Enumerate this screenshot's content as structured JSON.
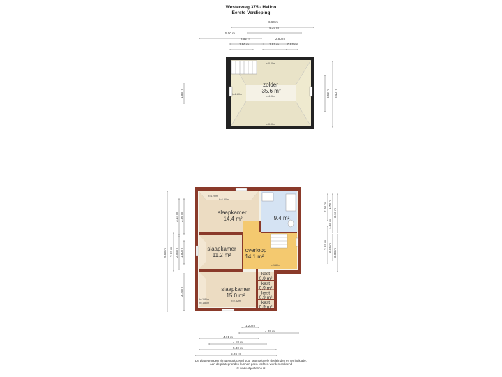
{
  "header": {
    "title": "Westerweg 375 - Heiloo",
    "subtitle": "Eerste Verdieping"
  },
  "footer": {
    "line1": "De plattegronden zijn geproduceerd voor promotionele doeleinden en ter indicatie.",
    "line2": "Aan de plattegronden kunnen geen rechten worden ontleend",
    "line3": "© www.objectenco.nl"
  },
  "top_dims": {
    "d1": "6.60 m",
    "d2": "4.35 m",
    "d3": "5.00 m",
    "d4": "2.52 m",
    "d5": "2.80 m",
    "d6": "1.86 m",
    "d7": "1.92 m",
    "d8": "0.92 m"
  },
  "attic": {
    "name": "zolder",
    "area": "35.6 m²",
    "h_top": "h=0.00m",
    "h_left": "h=2.80m",
    "h_mid": "h=4.06m",
    "h_bottom": "h=0.00m",
    "dim_left": "1.86 m",
    "dim_right1": "3.52 m",
    "dim_right2": "5.40 m"
  },
  "floor": {
    "bedroom1": {
      "name": "slaapkamer",
      "area": "14.4 m²",
      "h1": "h=1.76m",
      "h2": "h=1.80m"
    },
    "bedroom2": {
      "name": "slaapkamer",
      "area": "11.2 m²"
    },
    "bedroom3": {
      "name": "slaapkamer",
      "area": "15.0 m²",
      "h1": "h=2.32m",
      "h2": "h=1.81m",
      "h3": "h=1.80m"
    },
    "bathroom": {
      "area": "9.4 m²"
    },
    "landing": {
      "name": "overloop",
      "area": "14.1 m²",
      "h1": "h=1.80m"
    },
    "closets": [
      {
        "name": "kast",
        "area": "0.9 m²"
      },
      {
        "name": "kast",
        "area": "0.9 m²"
      },
      {
        "name": "kast",
        "area": "0.9 m²"
      },
      {
        "name": "kast",
        "area": "0.9 m²"
      }
    ]
  },
  "left_dims": {
    "d1": "9.60 m",
    "d2": "3.03 m",
    "d3": "3.14 m",
    "d4": "2.66 m",
    "d5": "2.53 m",
    "d6": "1.80 m",
    "d7": "3.16 m"
  },
  "right_dims": {
    "d1": "2.20 m",
    "d2": "1.70 m",
    "d3": "1.33 m",
    "d4": "3.13 m",
    "d5": "3.07 m",
    "d6": "2.06 m",
    "d7": "3.03 m"
  },
  "bottom_dims": {
    "d1": "1.20 m",
    "d2": "4.29 m",
    "d3": "4.71 m",
    "d4": "4.18 m",
    "d5": "5.30 m",
    "d6": "5.94 m"
  }
}
